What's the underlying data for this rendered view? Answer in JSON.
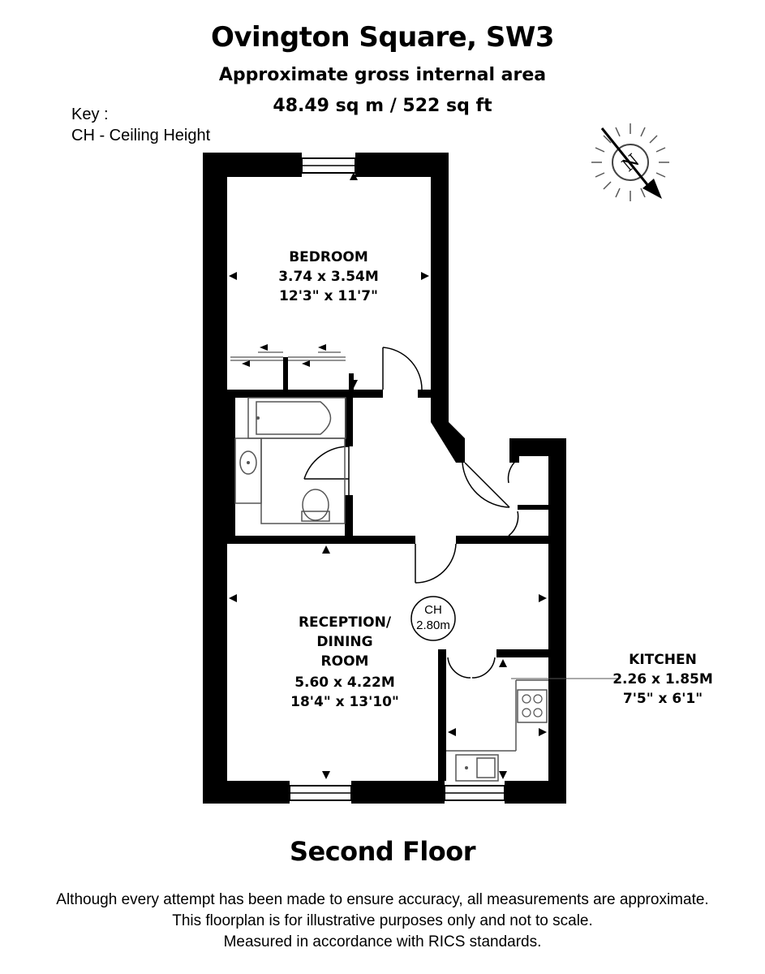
{
  "header": {
    "title": "Ovington Square, SW3",
    "subtitle": "Approximate gross internal area",
    "area": "48.49 sq m / 522 sq ft"
  },
  "key": {
    "heading": "Key :",
    "item": "CH - Ceiling Height"
  },
  "compass": {
    "letter": "N"
  },
  "rooms": {
    "bedroom": {
      "name": "BEDROOM",
      "metric": "3.74 x 3.54M",
      "imperial": "12'3\" x 11'7\""
    },
    "reception": {
      "name_line1": "RECEPTION/",
      "name_line2": "DINING",
      "name_line3": "ROOM",
      "metric": "5.60 x 4.22M",
      "imperial": "18'4\" x 13'10\""
    },
    "kitchen": {
      "name": "KITCHEN",
      "metric": "2.26 x 1.85M",
      "imperial": "7'5\" x 6'1\""
    }
  },
  "ceiling": {
    "label": "CH",
    "value": "2.80m"
  },
  "floor_label": "Second Floor",
  "disclaimer": {
    "line1": "Although every attempt has been made to ensure accuracy, all measurements are approximate.",
    "line2": "This floorplan is for illustrative purposes only and not to scale.",
    "line3": "Measured in accordance with RICS standards."
  },
  "colors": {
    "wall": "#000000",
    "background": "#ffffff",
    "fixture_line": "#555555"
  }
}
